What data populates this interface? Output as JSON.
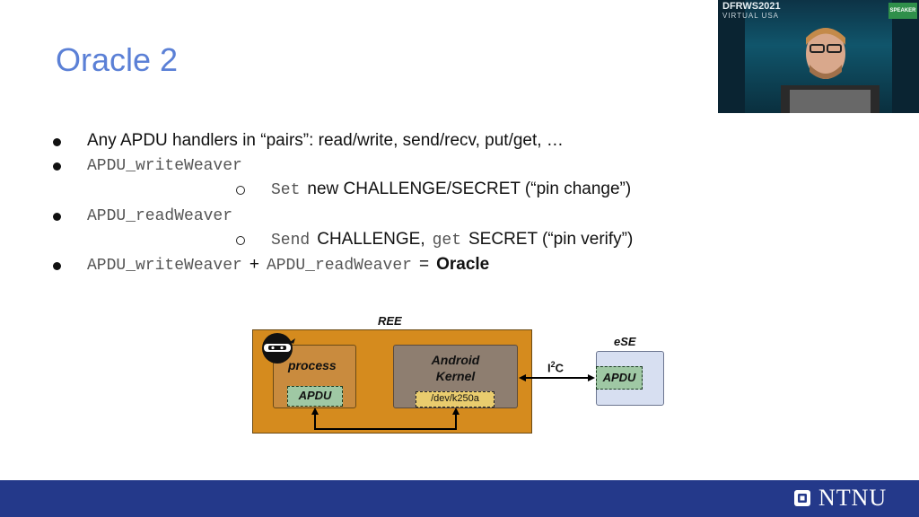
{
  "slide": {
    "title": "Oracle 2",
    "bullets": {
      "b1": "Any APDU handlers in “pairs”: read/write, send/recv, put/get, …",
      "b2_code": "APDU_writeWeaver",
      "b2_sub_code": "Set",
      "b2_sub_text": "new CHALLENGE/SECRET (“pin change”)",
      "b3_code": "APDU_readWeaver",
      "b3_sub_code1": "Send",
      "b3_sub_text1": "CHALLENGE,",
      "b3_sub_code2": "get",
      "b3_sub_text2": "SECRET (“pin verify”)",
      "b4_code1": "APDU_writeWeaver",
      "b4_plus": "+",
      "b4_code2": "APDU_readWeaver",
      "b4_eq": "=",
      "b4_bold": "Oracle"
    }
  },
  "diagram": {
    "ree_label": "REE",
    "process_label": "process",
    "apdu_left": "APDU",
    "kernel_line1": "Android",
    "kernel_line2": "Kernel",
    "dev_label": "/dev/k250a",
    "i2c_label": "I",
    "i2c_sup": "2",
    "i2c_suffix": "C",
    "ese_label": "eSE",
    "apdu_right": "APDU"
  },
  "webcam": {
    "brand": "DFRWS2021",
    "sub": "VIRTUAL USA",
    "badge": "SPEAKER"
  },
  "footer": {
    "org": "NTNU"
  },
  "colors": {
    "title": "#5b80d6",
    "footer": "#24398a",
    "ree": "#d58b1e",
    "apdu": "#9fc8a4"
  }
}
